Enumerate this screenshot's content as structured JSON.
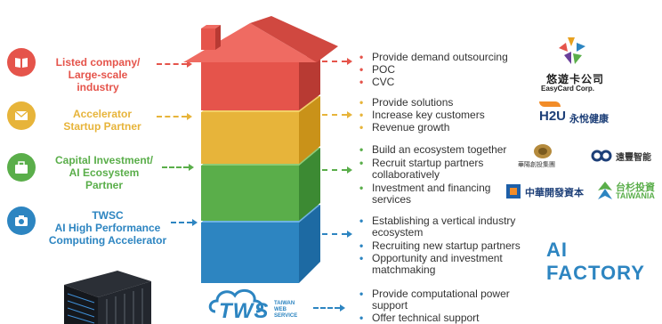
{
  "left_items": [
    {
      "icon": "book-icon",
      "color": "#e5544b",
      "label_lines": [
        "Listed company/",
        "Large-scale",
        "industry"
      ]
    },
    {
      "icon": "envelope-icon",
      "color": "#e7b43a",
      "label_lines": [
        "Accelerator",
        "Startup Partner"
      ]
    },
    {
      "icon": "briefcase-icon",
      "color": "#5aae4a",
      "label_lines": [
        "Capital Investment/",
        "AI Ecosystem",
        "Partner"
      ]
    },
    {
      "icon": "camera-icon",
      "color": "#2d85c1",
      "label_lines": [
        "TWSC",
        "AI High Performance",
        "Computing Accelerator"
      ]
    }
  ],
  "bullets": [
    {
      "color": "#e5544b",
      "items": [
        "Provide demand outsourcing",
        "POC",
        "CVC"
      ]
    },
    {
      "color": "#e7b43a",
      "items": [
        "Provide solutions",
        "Increase key customers",
        "Revenue growth"
      ]
    },
    {
      "color": "#5aae4a",
      "items": [
        "Build an ecosystem together",
        "Recruit startup partners collaboratively",
        "Investment and financing services"
      ]
    },
    {
      "color": "#2d85c1",
      "items": [
        "Establishing a vertical industry ecosystem",
        "Recruiting new startup partners",
        "Opportunity and investment matchmaking"
      ]
    },
    {
      "color": "#2d85c1",
      "items": [
        "Provide computational power support",
        "Offer technical support"
      ]
    }
  ],
  "logos": {
    "easycard_cn": "悠遊卡公司",
    "easycard_en": "EasyCard Corp.",
    "h2u": "H2U",
    "h2u_cn": "永悅健康",
    "huayang": "華陽創投集團",
    "yuanfeng": "遠豐智能",
    "cdib": "中華開發資本",
    "taiwania_cn": "台杉投資",
    "taiwania_en": "TAIWANIA",
    "ai_factory": "AI FACTORY",
    "tws": "TWS",
    "tws_sub": [
      "TAIWAN",
      "WEB",
      "SERVICE"
    ]
  },
  "colors": {
    "red": "#e5544b",
    "yellow": "#e7b43a",
    "green": "#5aae4a",
    "blue": "#2d85c1"
  }
}
